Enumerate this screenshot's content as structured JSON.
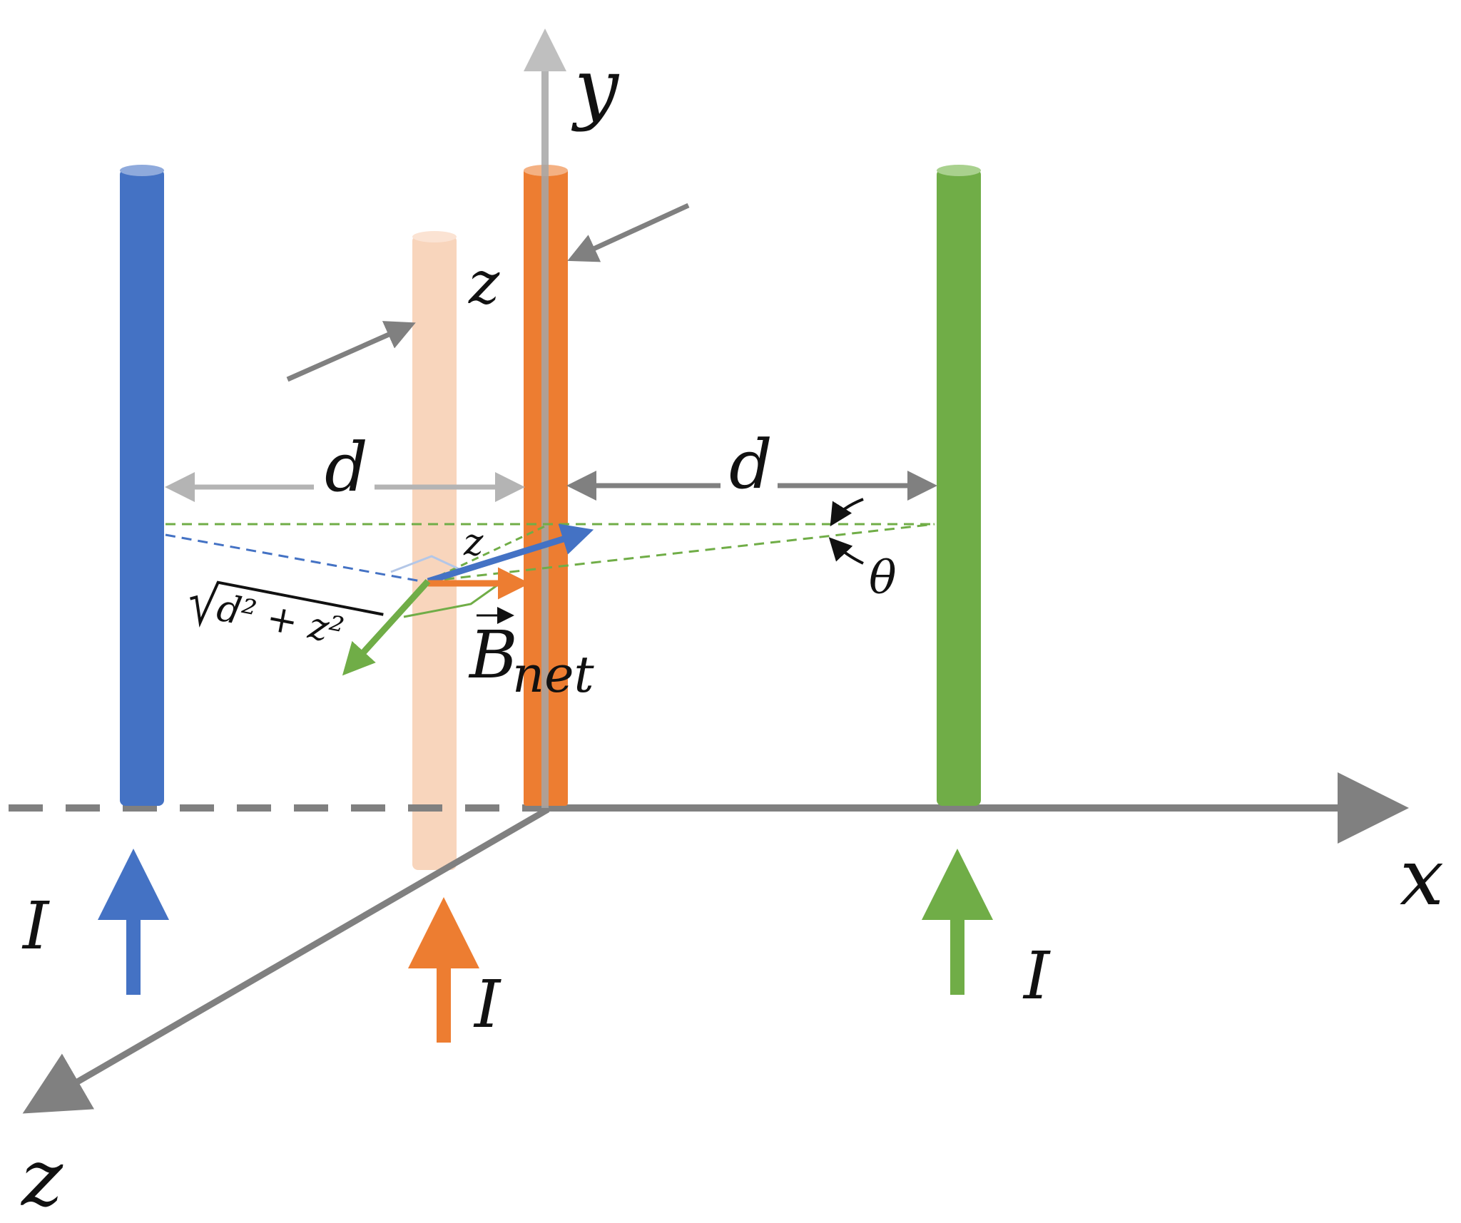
{
  "labels": {
    "y_axis": "y",
    "x_axis": "x",
    "z_axis": "z",
    "z_dist_upper": "z",
    "z_small": "z",
    "d_left": "d",
    "d_right": "d",
    "theta": "θ",
    "sqrt_expr": "d² + z²",
    "bnet_base": "B",
    "bnet_sub": "net",
    "current_blue": "I",
    "current_orange": "I",
    "current_green": "I"
  },
  "colors": {
    "blue_wire": "#4472C4",
    "orange_wire": "#ED7D31",
    "green_wire": "#70AD47",
    "faded_wire": "#F8D5BC",
    "axis_gray": "#808080",
    "light_gray": "#B4B4B4"
  }
}
